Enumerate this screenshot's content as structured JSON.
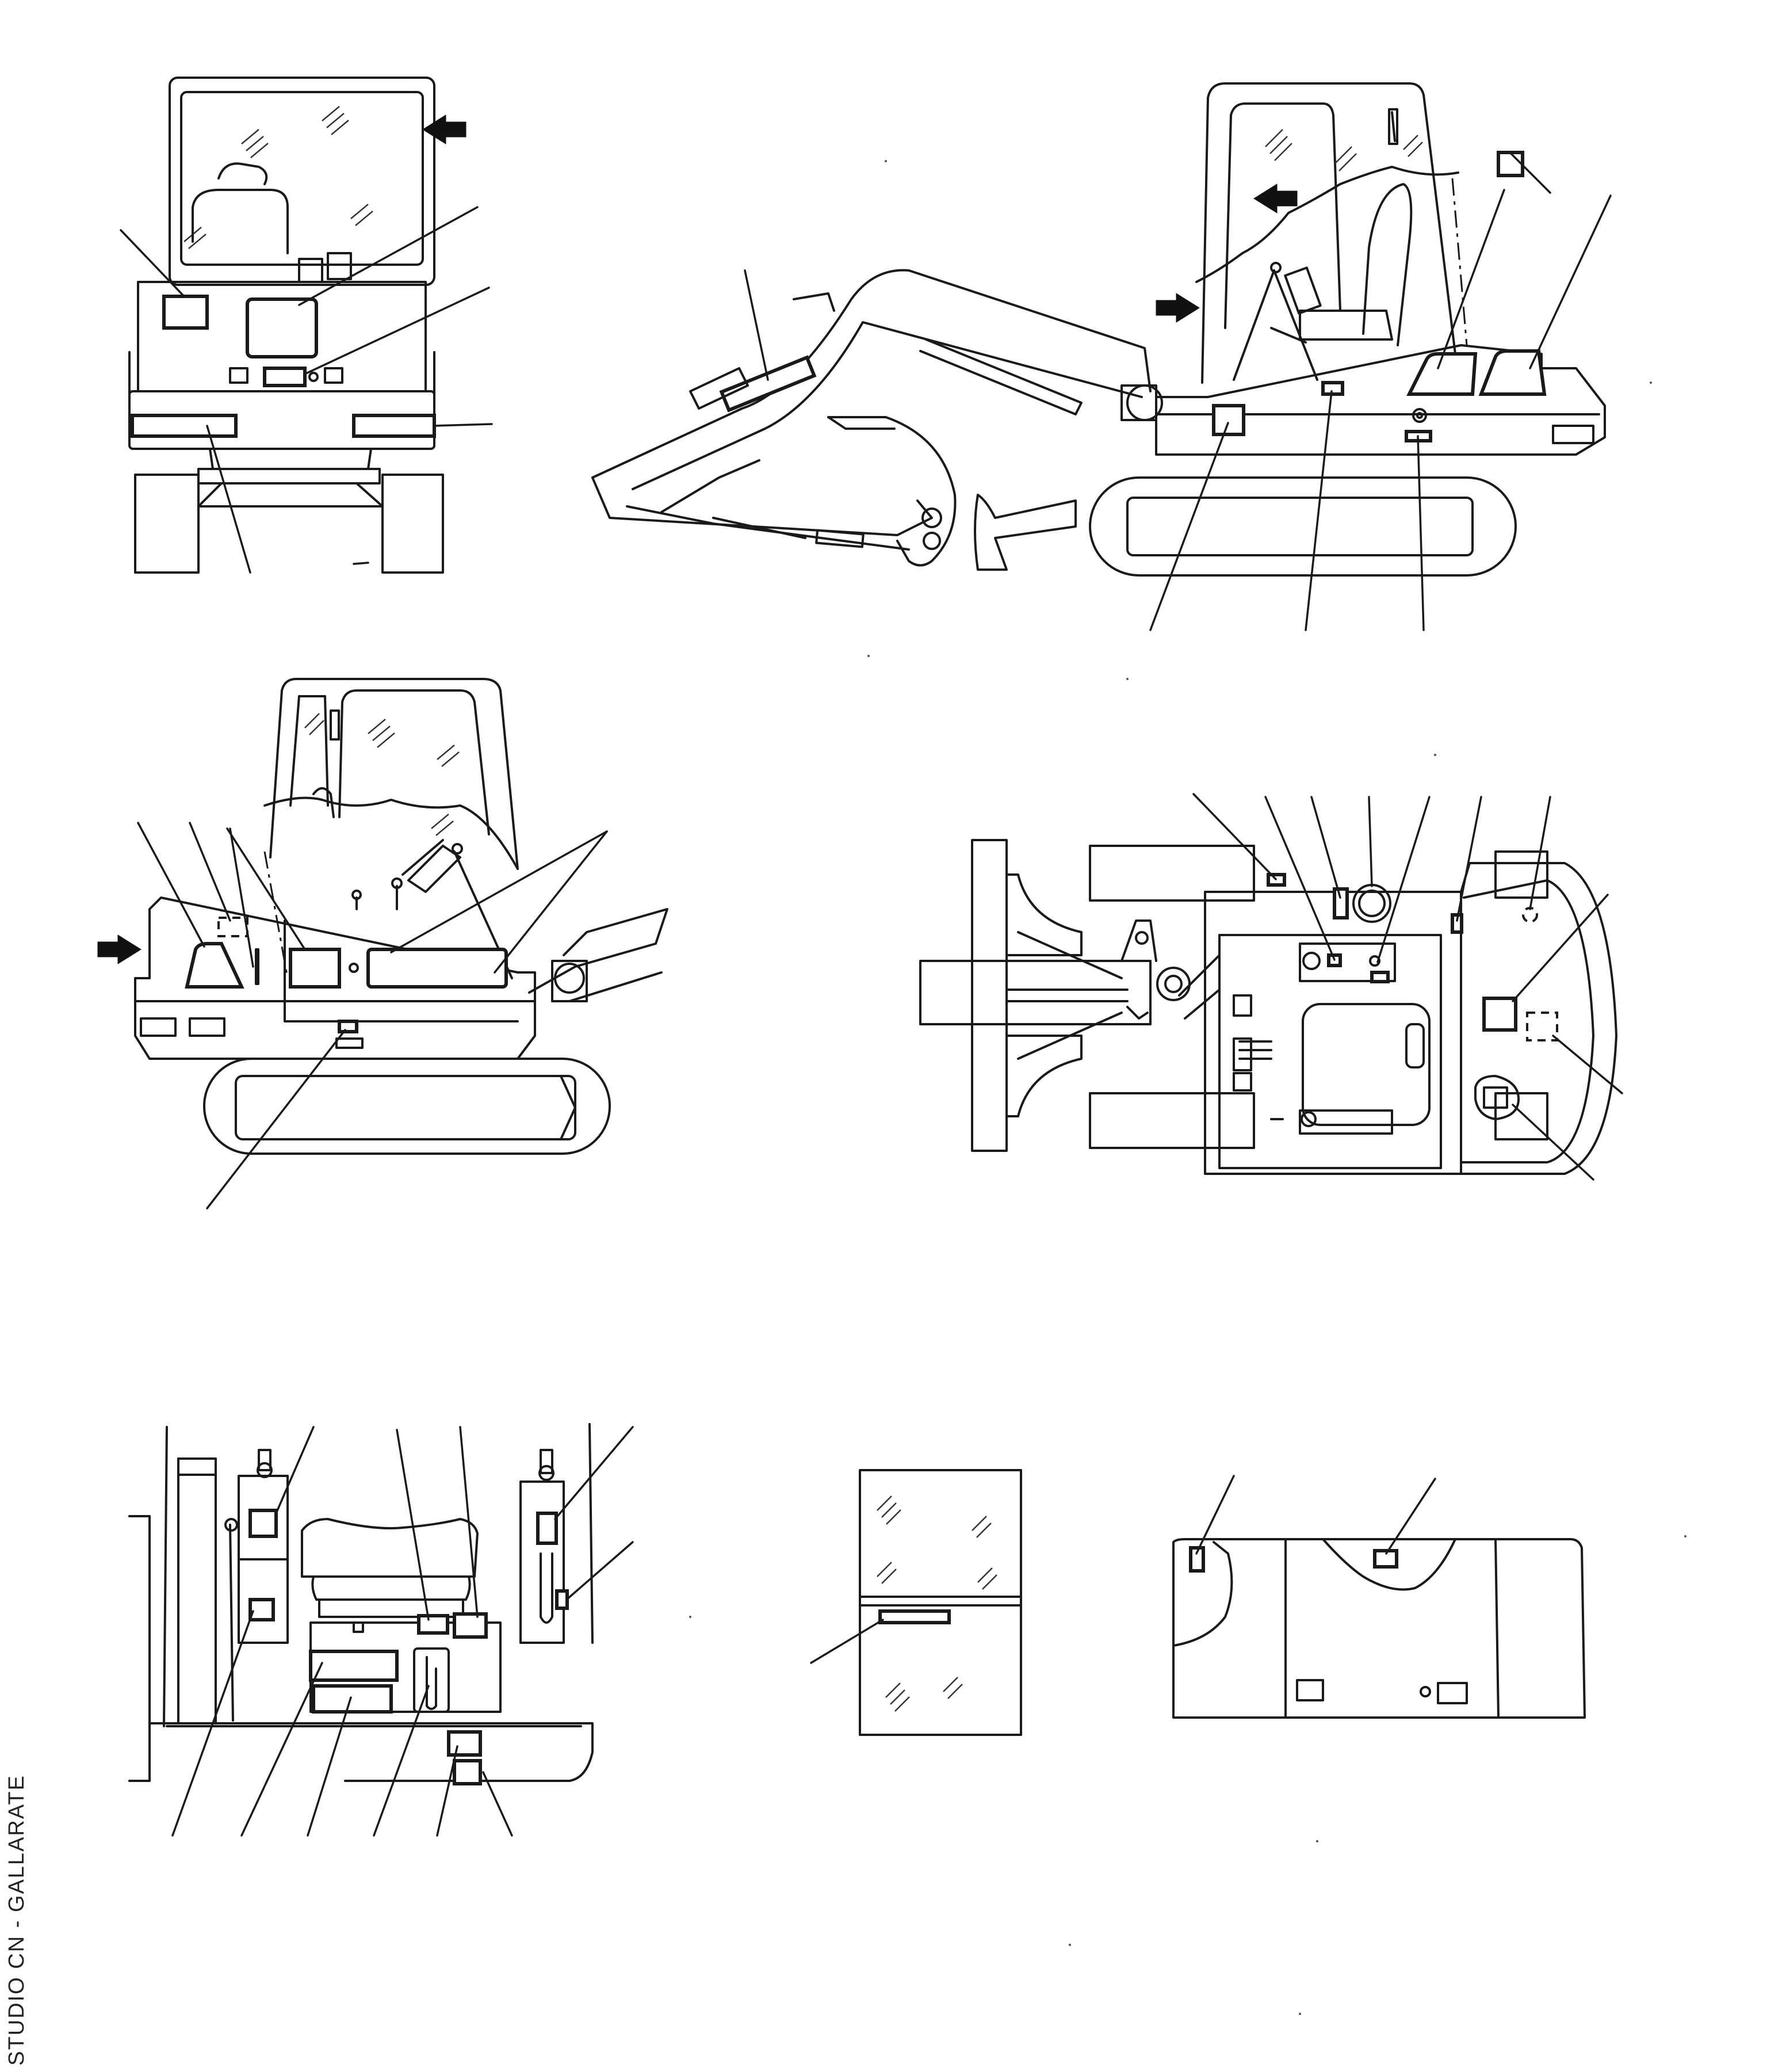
{
  "margin_text": "STUDIO CN - GALLARATE",
  "views": [
    {
      "id": "front-view"
    },
    {
      "id": "right-side-view"
    },
    {
      "id": "left-side-view"
    },
    {
      "id": "top-view"
    },
    {
      "id": "cab-interior-view"
    },
    {
      "id": "cab-door-view"
    },
    {
      "id": "engine-hood-view"
    }
  ]
}
